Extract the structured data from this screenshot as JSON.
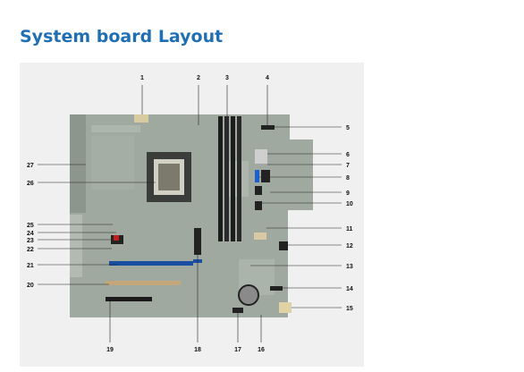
{
  "page": {
    "title": "System board Layout"
  },
  "figure": {
    "callouts": [
      "1",
      "2",
      "3",
      "4",
      "5",
      "6",
      "7",
      "8",
      "9",
      "10",
      "11",
      "12",
      "13",
      "14",
      "15",
      "16",
      "17",
      "18",
      "19",
      "20",
      "21",
      "22",
      "23",
      "24",
      "25",
      "26",
      "27"
    ]
  }
}
